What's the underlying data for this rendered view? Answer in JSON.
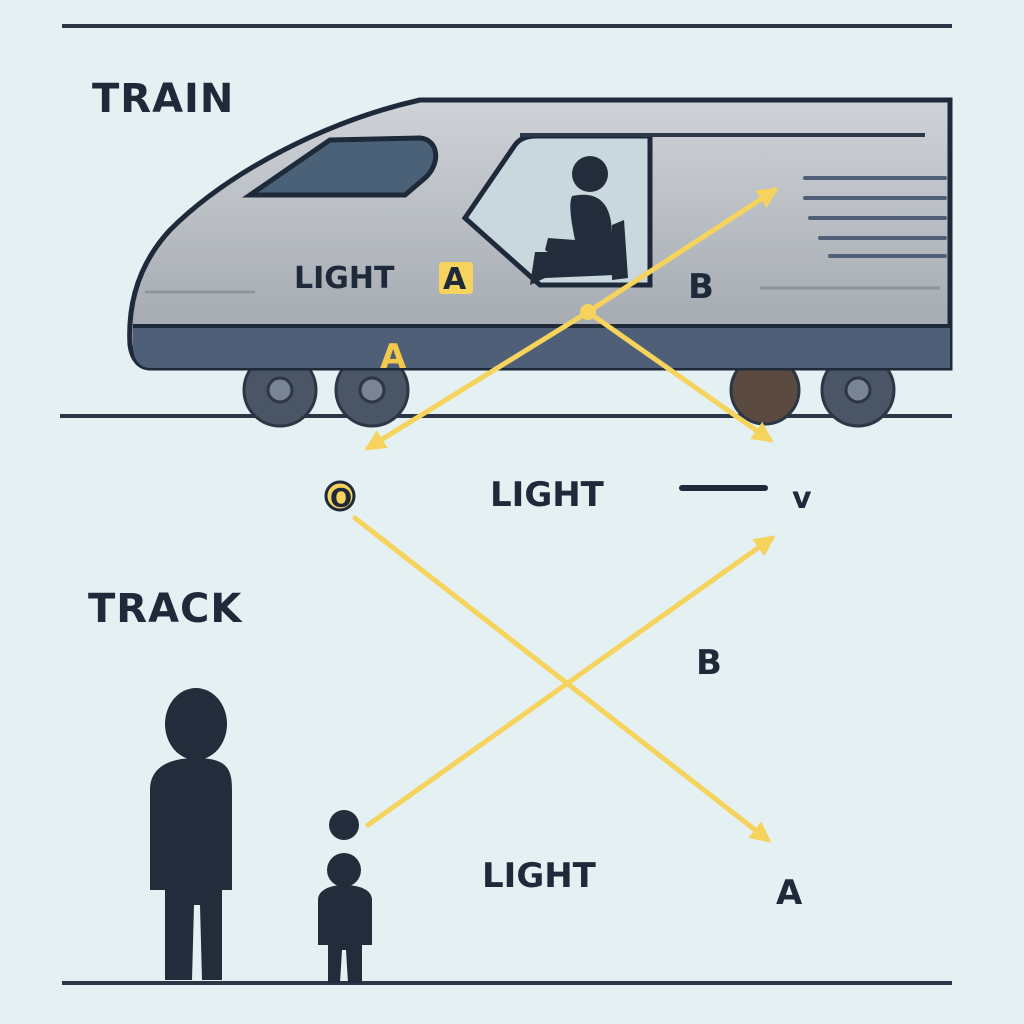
{
  "labels": {
    "train": "TRAIN",
    "track": "TRACK",
    "light_a_in_train": "LIGHT",
    "badge_a": "A",
    "a_below_window": "A",
    "b_in_train": "B",
    "o_mark": "O",
    "light_middle": "LIGHT",
    "v_mark": "v",
    "b_track": "B",
    "light_bottom": "LIGHT",
    "a_bottom": "A"
  },
  "icons": {
    "train": "train-car-icon",
    "seated_person": "seated-person-icon",
    "standing_adult": "standing-person-icon",
    "standing_child": "child-icon",
    "light_arrow": "arrow-icon"
  },
  "colors": {
    "background": "#e4f0f2",
    "ink": "#1e2a3a",
    "train_body": "#a8adb3",
    "train_stripe": "#4f5f77",
    "window": "#4b6178",
    "light": "#f5d35c"
  }
}
